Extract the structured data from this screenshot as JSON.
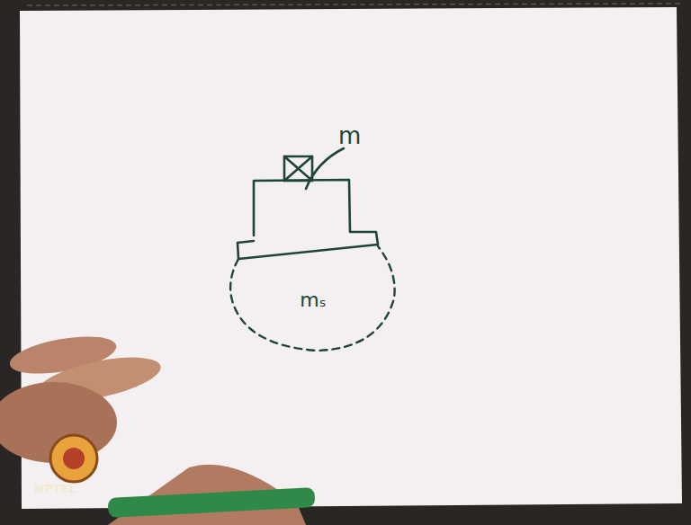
{
  "diagram": {
    "nodes": [
      {
        "text": [
          "mₛ"
        ]
      }
    ],
    "labels": [
      "m",
      "NPTEL"
    ]
  }
}
